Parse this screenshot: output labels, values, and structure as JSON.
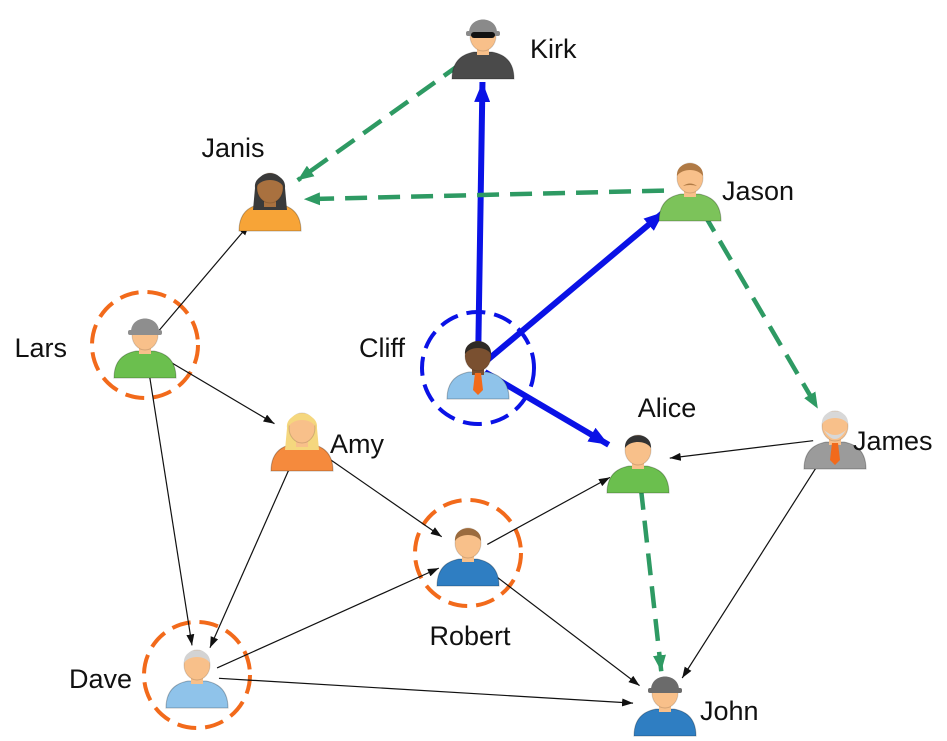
{
  "colors": {
    "thin_edge": "#111111",
    "cliff_edge": "#0a12e6",
    "dashed_edge": "#2e9a63",
    "orange_ring": "#f26a1b",
    "blue_ring": "#0a12e6",
    "skin": "#f8c08a",
    "skin_dark": "#7a5030",
    "skin_brown": "#a9713f"
  },
  "nodes": [
    {
      "id": "kirk",
      "label": "Kirk",
      "icon": "spy-avatar-icon"
    },
    {
      "id": "janis",
      "label": "Janis",
      "icon": "woman-long-hair-avatar-icon"
    },
    {
      "id": "jason",
      "label": "Jason",
      "icon": "man-mustache-avatar-icon"
    },
    {
      "id": "lars",
      "label": "Lars",
      "icon": "man-cap-avatar-icon"
    },
    {
      "id": "cliff",
      "label": "Cliff",
      "icon": "man-tie-avatar-icon"
    },
    {
      "id": "amy",
      "label": "Amy",
      "icon": "woman-blonde-avatar-icon"
    },
    {
      "id": "alice",
      "label": "Alice",
      "icon": "woman-dark-hair-avatar-icon"
    },
    {
      "id": "james",
      "label": "James",
      "icon": "old-man-beard-avatar-icon"
    },
    {
      "id": "robert",
      "label": "Robert",
      "icon": "man-hoodie-avatar-icon"
    },
    {
      "id": "dave",
      "label": "Dave",
      "icon": "old-man-avatar-icon"
    },
    {
      "id": "john",
      "label": "John",
      "icon": "man-cap-hoodie-avatar-icon"
    }
  ],
  "highlighted_orange": [
    "lars",
    "robert",
    "dave"
  ],
  "highlighted_blue": [
    "cliff"
  ],
  "edges": [
    {
      "from": "lars",
      "to": "janis",
      "style": "thin"
    },
    {
      "from": "lars",
      "to": "amy",
      "style": "thin"
    },
    {
      "from": "lars",
      "to": "dave",
      "style": "thin"
    },
    {
      "from": "amy",
      "to": "robert",
      "style": "thin"
    },
    {
      "from": "amy",
      "to": "dave",
      "style": "thin"
    },
    {
      "from": "dave",
      "to": "robert",
      "style": "thin"
    },
    {
      "from": "dave",
      "to": "john",
      "style": "thin"
    },
    {
      "from": "robert",
      "to": "alice",
      "style": "thin"
    },
    {
      "from": "robert",
      "to": "john",
      "style": "thin"
    },
    {
      "from": "james",
      "to": "alice",
      "style": "thin"
    },
    {
      "from": "james",
      "to": "john",
      "style": "thin"
    },
    {
      "from": "cliff",
      "to": "kirk",
      "style": "bold"
    },
    {
      "from": "cliff",
      "to": "jason",
      "style": "bold"
    },
    {
      "from": "cliff",
      "to": "alice",
      "style": "bold"
    },
    {
      "from": "kirk",
      "to": "janis",
      "style": "dashed"
    },
    {
      "from": "jason",
      "to": "janis",
      "style": "dashed"
    },
    {
      "from": "jason",
      "to": "james",
      "style": "dashed"
    },
    {
      "from": "alice",
      "to": "john",
      "style": "dashed"
    }
  ]
}
